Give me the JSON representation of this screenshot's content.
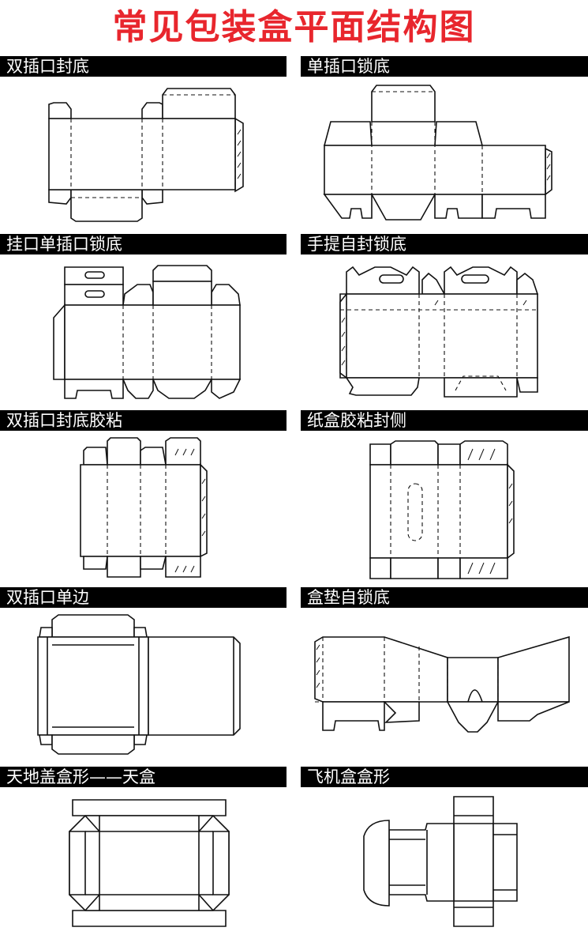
{
  "title": "常见包装盒平面结构图",
  "colors": {
    "title": "#e8262d",
    "header_bg": "#000000",
    "header_text": "#ffffff",
    "line": "#111111"
  },
  "panels": [
    {
      "label": "双插口封底"
    },
    {
      "label": "单插口锁底"
    },
    {
      "label": "挂口单插口锁底"
    },
    {
      "label": "手提自封锁底"
    },
    {
      "label": "双插口封底胶粘"
    },
    {
      "label": "纸盒胶粘封侧"
    },
    {
      "label": "双插口单边"
    },
    {
      "label": "盒垫自锁底"
    },
    {
      "label": "天地盖盒形——天盒"
    },
    {
      "label": "飞机盒盒形"
    }
  ]
}
